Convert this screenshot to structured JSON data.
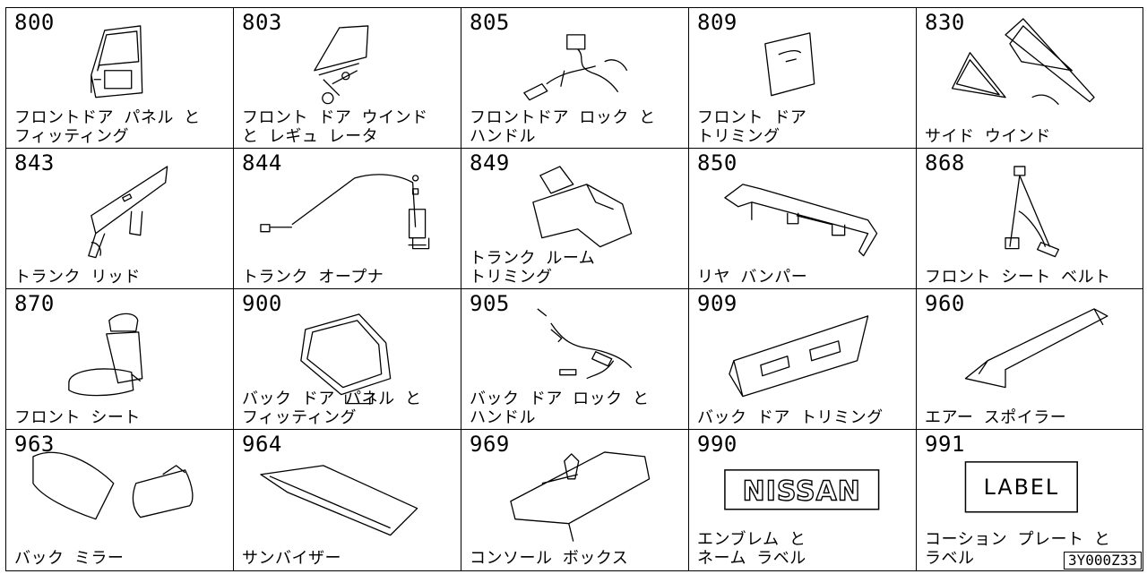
{
  "parts": [
    {
      "code": "800",
      "label": "フロントドア パネル と\nフィッティング",
      "icon": "front-door-panel-icon"
    },
    {
      "code": "803",
      "label": "フロント ドア ウインド\nと レギュ レータ",
      "icon": "door-window-regulator-icon"
    },
    {
      "code": "805",
      "label": "フロントドア ロック と\nハンドル",
      "icon": "door-lock-handle-icon"
    },
    {
      "code": "809",
      "label": "フロント ドア\nトリミング",
      "icon": "door-trim-icon"
    },
    {
      "code": "830",
      "label": "サイド ウインド",
      "icon": "side-window-icon"
    },
    {
      "code": "843",
      "label": "トランク リッド",
      "icon": "trunk-lid-icon"
    },
    {
      "code": "844",
      "label": "トランク オープナ",
      "icon": "trunk-opener-icon"
    },
    {
      "code": "849",
      "label": "トランク ルーム\nトリミング",
      "icon": "trunk-room-trim-icon"
    },
    {
      "code": "850",
      "label": "リヤ バンパー",
      "icon": "rear-bumper-icon"
    },
    {
      "code": "868",
      "label": "フロント シート ベルト",
      "icon": "seat-belt-icon"
    },
    {
      "code": "870",
      "label": "フロント シート",
      "icon": "front-seat-icon"
    },
    {
      "code": "900",
      "label": "バック ドア パネル と\nフィッティング",
      "icon": "back-door-panel-icon"
    },
    {
      "code": "905",
      "label": "バック ドア ロック と\nハンドル",
      "icon": "back-door-lock-icon"
    },
    {
      "code": "909",
      "label": "バック ドア トリミング",
      "icon": "back-door-trim-icon"
    },
    {
      "code": "960",
      "label": "エアー スポイラー",
      "icon": "air-spoiler-icon"
    },
    {
      "code": "963",
      "label": "バック ミラー",
      "icon": "mirror-icon"
    },
    {
      "code": "964",
      "label": "サンバイザー",
      "icon": "sun-visor-icon"
    },
    {
      "code": "969",
      "label": "コンソール ボックス",
      "icon": "console-box-icon"
    },
    {
      "code": "990",
      "label": "エンブレム と\nネーム ラベル",
      "icon": "emblem-icon",
      "emblem_text": "NISSAN"
    },
    {
      "code": "991",
      "label": "コーション プレート と\nラベル",
      "icon": "label-plate-icon",
      "plate_text": "LABEL"
    }
  ],
  "stamp": "3Y000Z33"
}
